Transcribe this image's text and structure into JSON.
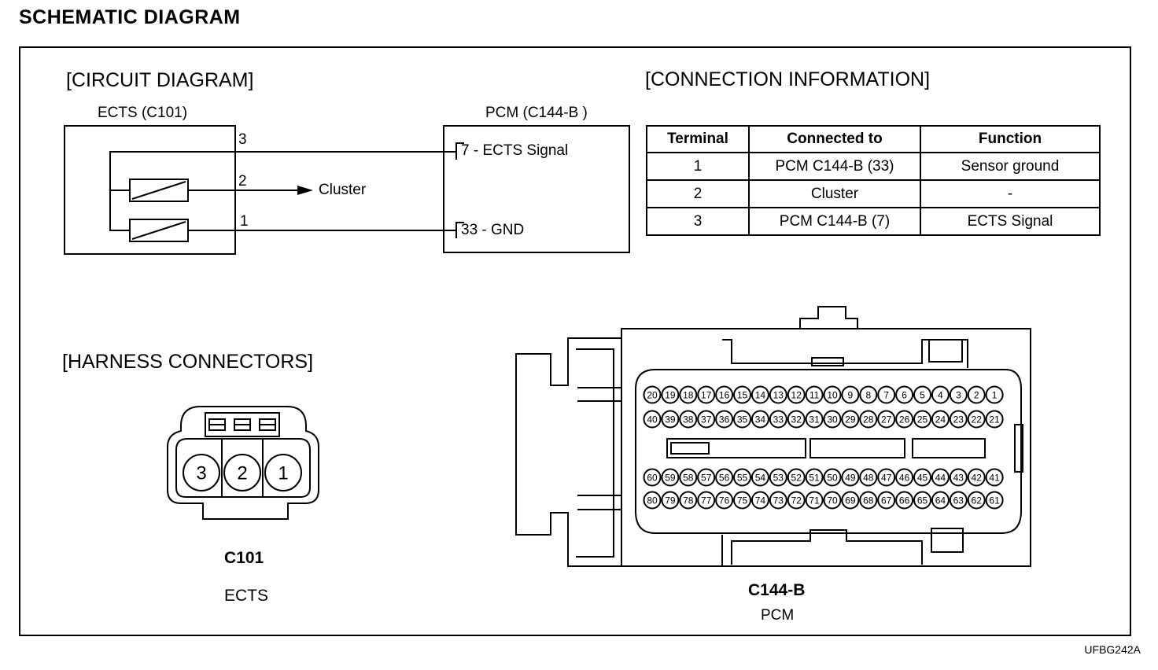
{
  "title": "SCHEMATIC DIAGRAM",
  "sections": {
    "circuit": "[CIRCUIT DIAGRAM]",
    "connection": "[CONNECTION INFORMATION]",
    "harness": "[HARNESS CONNECTORS]"
  },
  "circuit": {
    "ects_label": "ECTS (C101)",
    "pcm_label": "PCM (C144-B )",
    "pin3": "3",
    "pin2": "2",
    "pin1": "1",
    "cluster": "Cluster",
    "pcm_pin7": "7 - ECTS Signal",
    "pcm_pin33": "33 - GND"
  },
  "connection_table": {
    "headers": [
      "Terminal",
      "Connected to",
      "Function"
    ],
    "rows": [
      [
        "1",
        "PCM C144-B (33)",
        "Sensor ground"
      ],
      [
        "2",
        "Cluster",
        "-"
      ],
      [
        "3",
        "PCM C144-B (7)",
        "ECTS Signal"
      ]
    ]
  },
  "c101": {
    "name": "C101",
    "desc": "ECTS",
    "pins": [
      "3",
      "2",
      "1"
    ]
  },
  "c144b": {
    "name": "C144-B",
    "desc": "PCM",
    "row1": [
      "20",
      "19",
      "18",
      "17",
      "16",
      "15",
      "14",
      "13",
      "12",
      "11",
      "10",
      "9",
      "8",
      "7",
      "6",
      "5",
      "4",
      "3",
      "2",
      "1"
    ],
    "row2": [
      "40",
      "39",
      "38",
      "37",
      "36",
      "35",
      "34",
      "33",
      "32",
      "31",
      "30",
      "29",
      "28",
      "27",
      "26",
      "25",
      "24",
      "23",
      "22",
      "21"
    ],
    "row3": [
      "60",
      "59",
      "58",
      "57",
      "56",
      "55",
      "54",
      "53",
      "52",
      "51",
      "50",
      "49",
      "48",
      "47",
      "46",
      "45",
      "44",
      "43",
      "42",
      "41"
    ],
    "row4": [
      "80",
      "79",
      "78",
      "77",
      "76",
      "75",
      "74",
      "73",
      "72",
      "71",
      "70",
      "69",
      "68",
      "67",
      "66",
      "65",
      "64",
      "63",
      "62",
      "61"
    ]
  },
  "figure_code": "UFBG242A"
}
